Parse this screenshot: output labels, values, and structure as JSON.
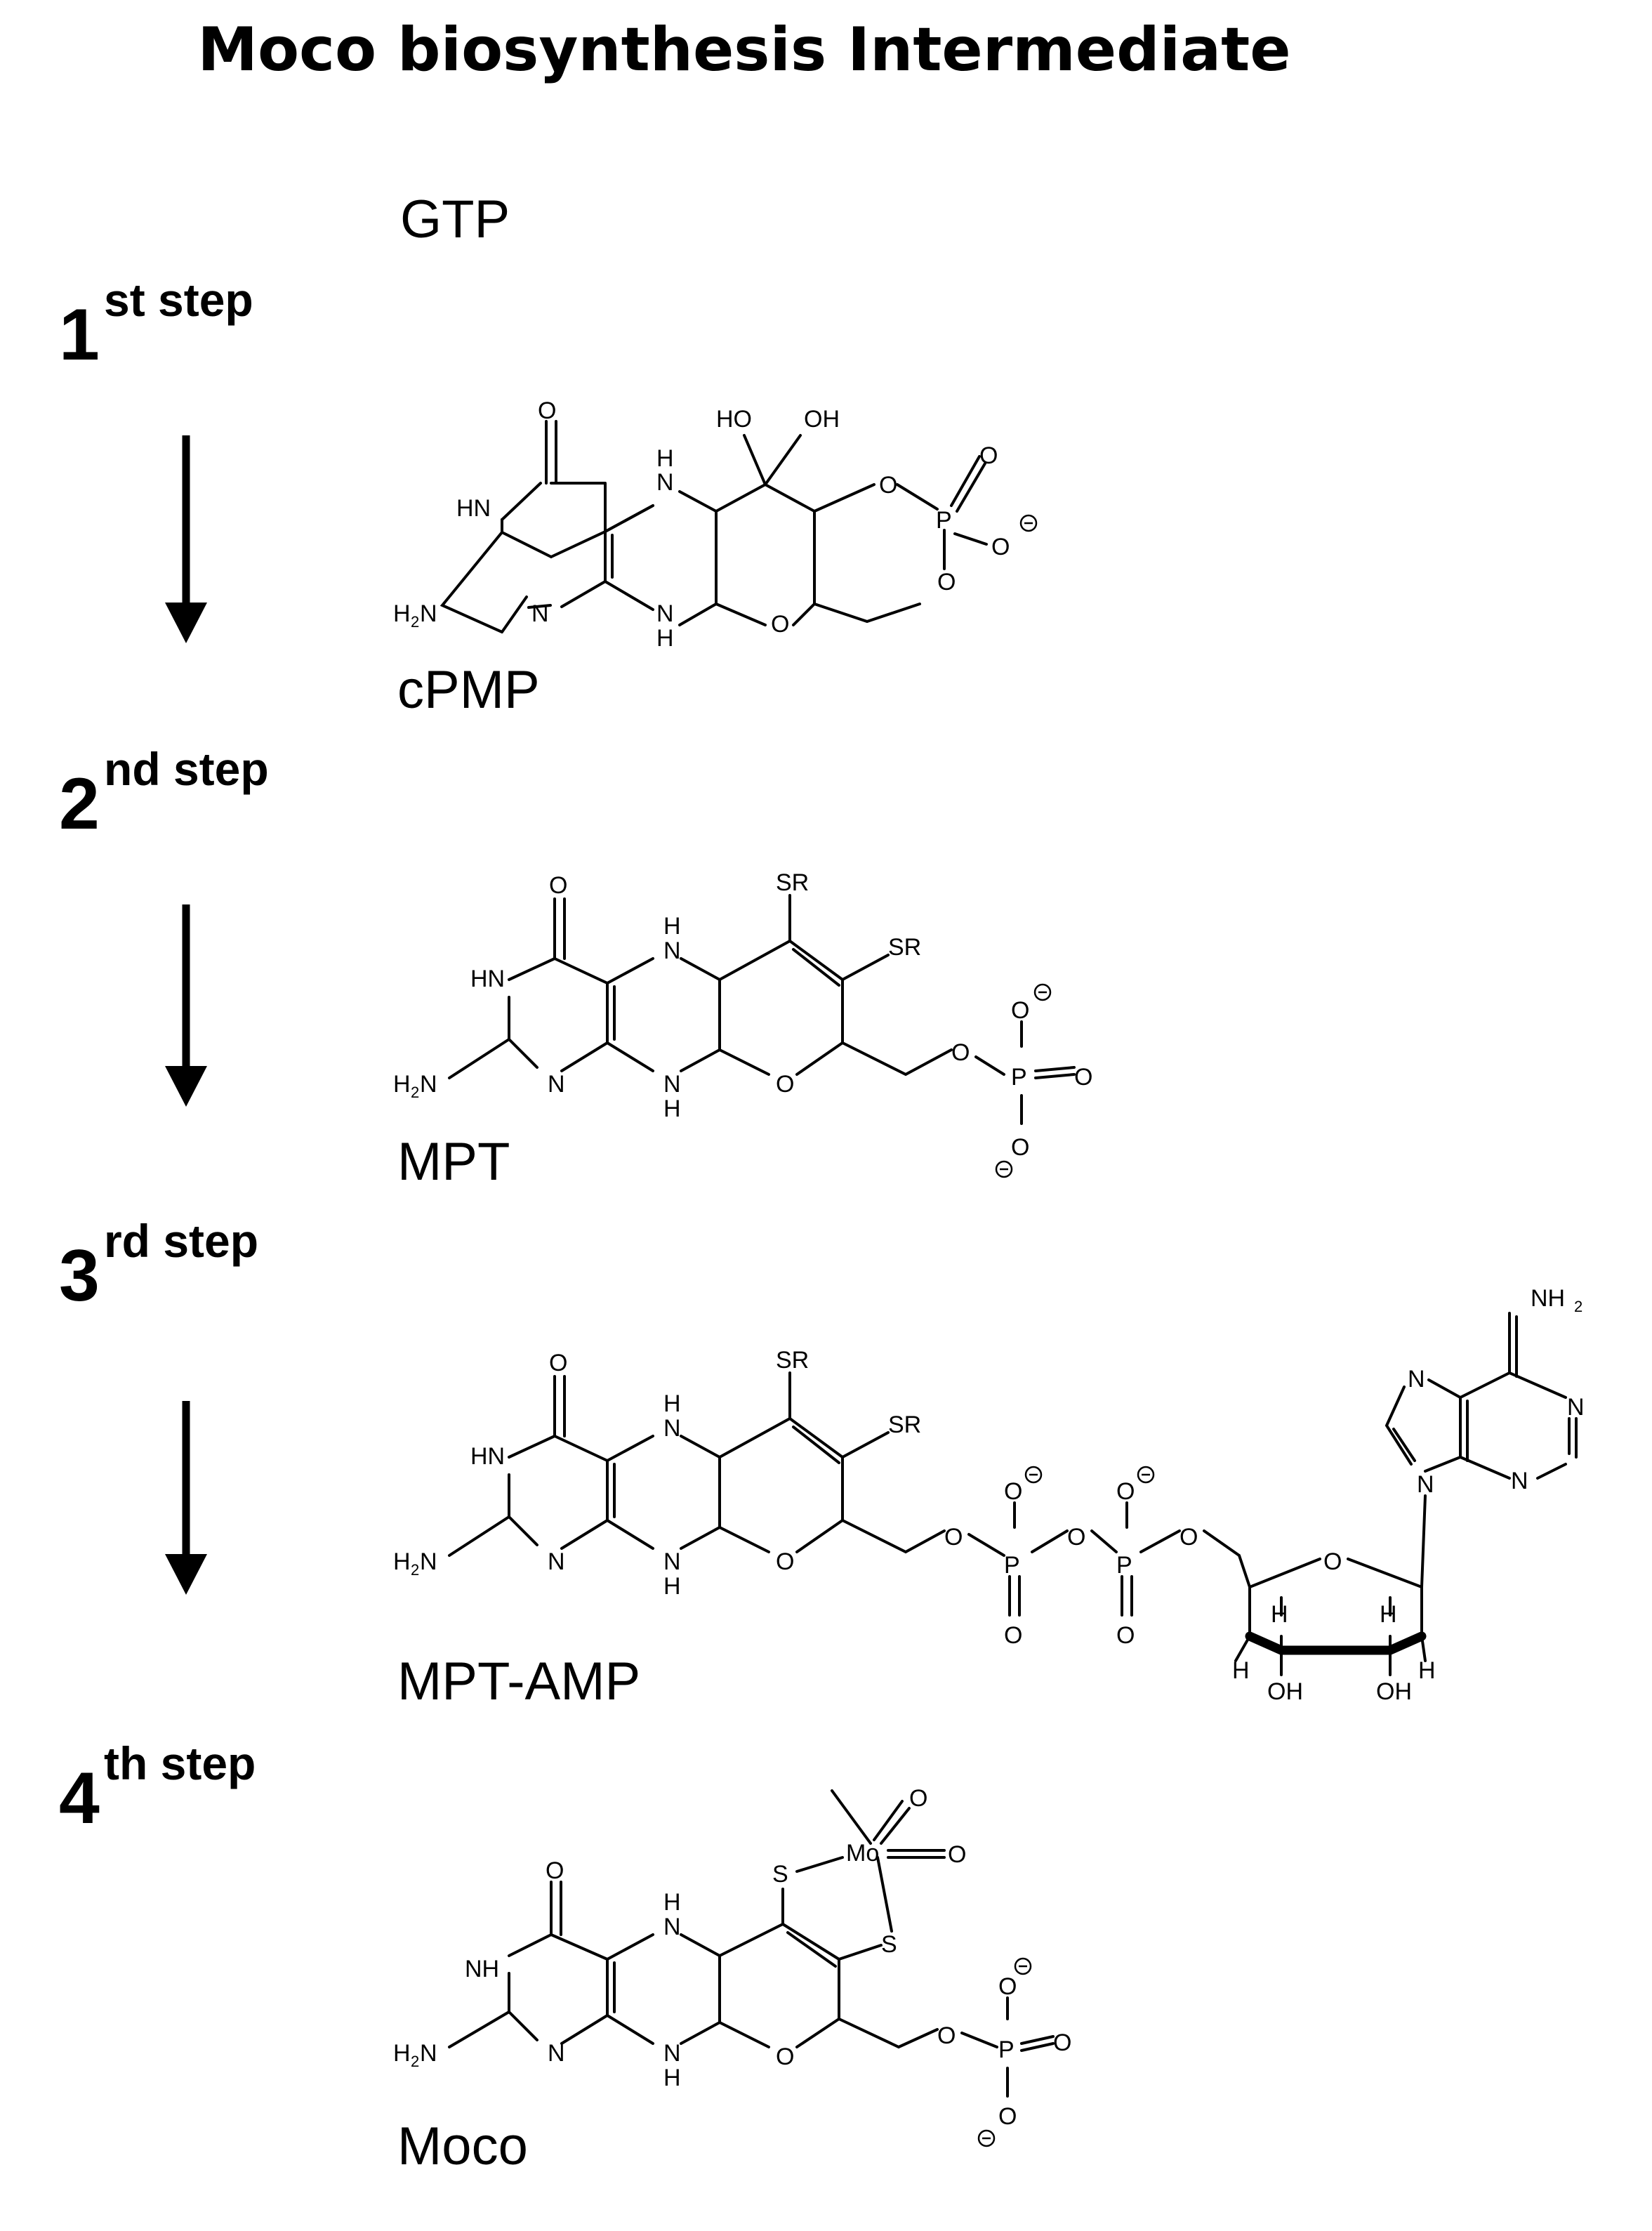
{
  "title": "Moco biosynthesis Intermediate",
  "steps": [
    {
      "number": "1",
      "suffix": "st step"
    },
    {
      "number": "2",
      "suffix": "nd step"
    },
    {
      "number": "3",
      "suffix": "rd step"
    },
    {
      "number": "4",
      "suffix": "th step"
    }
  ],
  "compounds": [
    "GTP",
    "cPMP",
    "MPT",
    "MPT-AMP",
    "Moco"
  ],
  "atoms": {
    "O": "O",
    "N": "N",
    "H": "H",
    "HN": "HN",
    "NH": "NH",
    "H2N": "H",
    "sub2": "2",
    "HO": "HO",
    "OH": "OH",
    "P": "P",
    "SR": "SR",
    "S": "S",
    "Mo": "Mo",
    "NH2": "NH"
  }
}
